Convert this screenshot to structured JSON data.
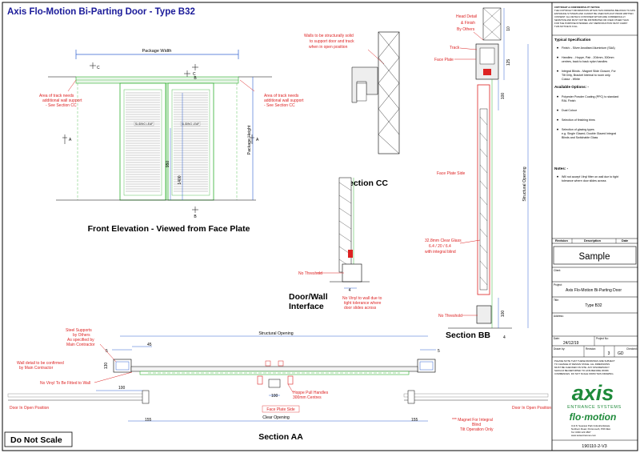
{
  "title": "Axis Flo-Motion Bi-Parting Door - Type B32",
  "footer_left": "Do Not Scale",
  "views": {
    "front_elevation": "Front Elevation - Viewed from Face Plate",
    "section_cc": "Section CC",
    "section_bb": "Section BB",
    "section_aa": "Section AA",
    "door_wall_1": "Door/Wall",
    "door_wall_2": "Interface"
  },
  "front": {
    "package_width": "Package Width",
    "package_height": "Package Height",
    "dim_950": "950",
    "dim_1400": "1400",
    "leaf_left": "SLIDING LEAF",
    "leaf_right": "SLIDING LEAF",
    "marker_c": "C",
    "marker_a": "A",
    "marker_b": "B",
    "note_left": [
      "Area of track needs",
      "additional wall support",
      "- See Section CC"
    ],
    "note_right": [
      "Area of track needs",
      "additional wall support",
      "- See Section CC"
    ]
  },
  "section_cc": {
    "note": [
      "Walls to be structurally solid",
      "to support door and track",
      "when in open position"
    ]
  },
  "section_bb": {
    "head_detail": [
      "Head Detail",
      "& Finish",
      "By Others"
    ],
    "track": "Track",
    "face_plate": "Face Plate",
    "face_plate_side": "Face Plate Side",
    "structural_opening": "Structural Opening",
    "glass_note": [
      "32.8mm Clear Glass",
      "6.4 / 20 / 6.4",
      "with integral blind"
    ],
    "no_threshold": "No Threshold",
    "dim_10": "10",
    "dim_125": "125",
    "dim_100a": "100",
    "dim_100b": "100",
    "dim_4": "4"
  },
  "door_wall": {
    "no_threshold": "No Threshold",
    "dim_4": "4",
    "no_vinyl": [
      "No Vinyl to wall due to",
      "tight tolerance where",
      "door slides across"
    ]
  },
  "section_aa": {
    "steel": [
      "Steel Supports",
      "by Others",
      "As specified by",
      "Main Contractor"
    ],
    "wall_detail": [
      "Wall detail to be confirmed",
      "by Main Contractor"
    ],
    "no_vinyl": "No Vinyl To Be Fitted to Wall",
    "structural_opening": "Structural Opening",
    "clear_opening": "Clear Opening",
    "face_plate_side": "Face Plate Side",
    "hoppe": [
      "Hoppe Pull Handles",
      "300mm Centres"
    ],
    "door_open_left": "Door In Open Position",
    "door_open_right": "Door In Open Position",
    "magnet": [
      "*** Magnet For Integral",
      "Blind",
      "Tilt Operation Only"
    ],
    "dim_5a": "5",
    "dim_45": "45",
    "dim_130": "130",
    "dim_100a": "100",
    "dim_100b": "100",
    "dim_155a": "155",
    "dim_155b": "155",
    "dim_5b": "5",
    "marker_b": "B"
  },
  "titleblock": {
    "copyright": [
      "COPYRIGHT & CONFIDENTIALITY NOTICE",
      "THE COPYRIGHT INFORMATION WITHIN THIS DRAWING BELONGS TO AXIS",
      "ENTRANCE SYSTEMS AND CANNOT BE USED WITHOUT PRIOR WRITTEN",
      "CONSENT. ALL DETAILS CONTAINED WITHIN ARE COMMERCIALLY",
      "SENSITIVE AND MUST NOT BE DISTRIBUTED OR USED OTHER THAN",
      "FOR THE PURPOSE INTENDED. ANY REPRODUCTION MUST CARRY",
      "THIS NOTICE IN FULL."
    ],
    "typical_spec": "Typical Specification",
    "spec_items": [
      [
        "Finish: - Silver Anodised Aluminium (SAA)"
      ],
      [
        "Handles: - Hoppe, Pair - 204mm, 300mm",
        "centres, back to back nylon handles"
      ],
      [
        "Integral Blinds - Magnet Slide Closure, For",
        "Tilt Only, Bracket Internal to room only.",
        "Colour - White"
      ]
    ],
    "available": "Available Options: -",
    "opt_items": [
      [
        "Polyester Powder Coating (PPC) to standard",
        "RAL Finish"
      ],
      [
        "Dual Colour"
      ],
      [
        "Selection of finishing trims"
      ],
      [
        "Selection of glazing types",
        "e.g. Single Glazed, Double Glazed Integral",
        "Blinds and Switchable Glass"
      ]
    ],
    "notes": "Notes: -",
    "note_items": [
      [
        "Will not accept Vinyl fitter on wall due to tight",
        "tolerance where door slides across"
      ]
    ],
    "rev_headers": [
      "Revision",
      "Description",
      "Date"
    ],
    "sample": "Sample",
    "client_label": "Client:",
    "project_label": "Project:",
    "project": "Axis Flo-Motion Bi-Parting Door",
    "title_label": "Title:",
    "title_value": "Type B32",
    "address_label": "Address:",
    "date_label": "Date:",
    "date": "24/12/19",
    "project_no_label": "Project No:",
    "drawn_label": "Drawn by:",
    "revision_label": "Revision:",
    "revision": "3",
    "drawn": "GD",
    "checked_label": "Checked:",
    "disclaimer": [
      "PLEASE NOTE THAT THESE DRAWINGS ARE SUBJECT",
      "TO CHANGE AT DESIGN STAGE. ALL DIMENSIONS",
      "MUST BE CHECKED ON SITE. ANY DISCREPANCY",
      "SHOULD BE REPORTED TO AXIS BEFORE WORK",
      "COMMENCES. DO NOT SCALE FROM THIS DRAWING."
    ],
    "logo_axis": "axis",
    "logo_entrance": "ENTRANCE SYSTEMS",
    "logo_flo": "flo·motion",
    "address": [
      "Unit 8, Seaview Park Industrial Estate",
      "Northern Road, Portsmouth, PO6 3EA",
      "Tel: 0330 123 4567",
      "www.axisentrances.com"
    ],
    "drawing_no": "190110-2-V3"
  },
  "colors": {
    "title_blue": "#1a1a99",
    "red": "#dd2222",
    "green": "#30b030",
    "blue": "#3060d0",
    "logo_green": "#1e8a3a"
  }
}
